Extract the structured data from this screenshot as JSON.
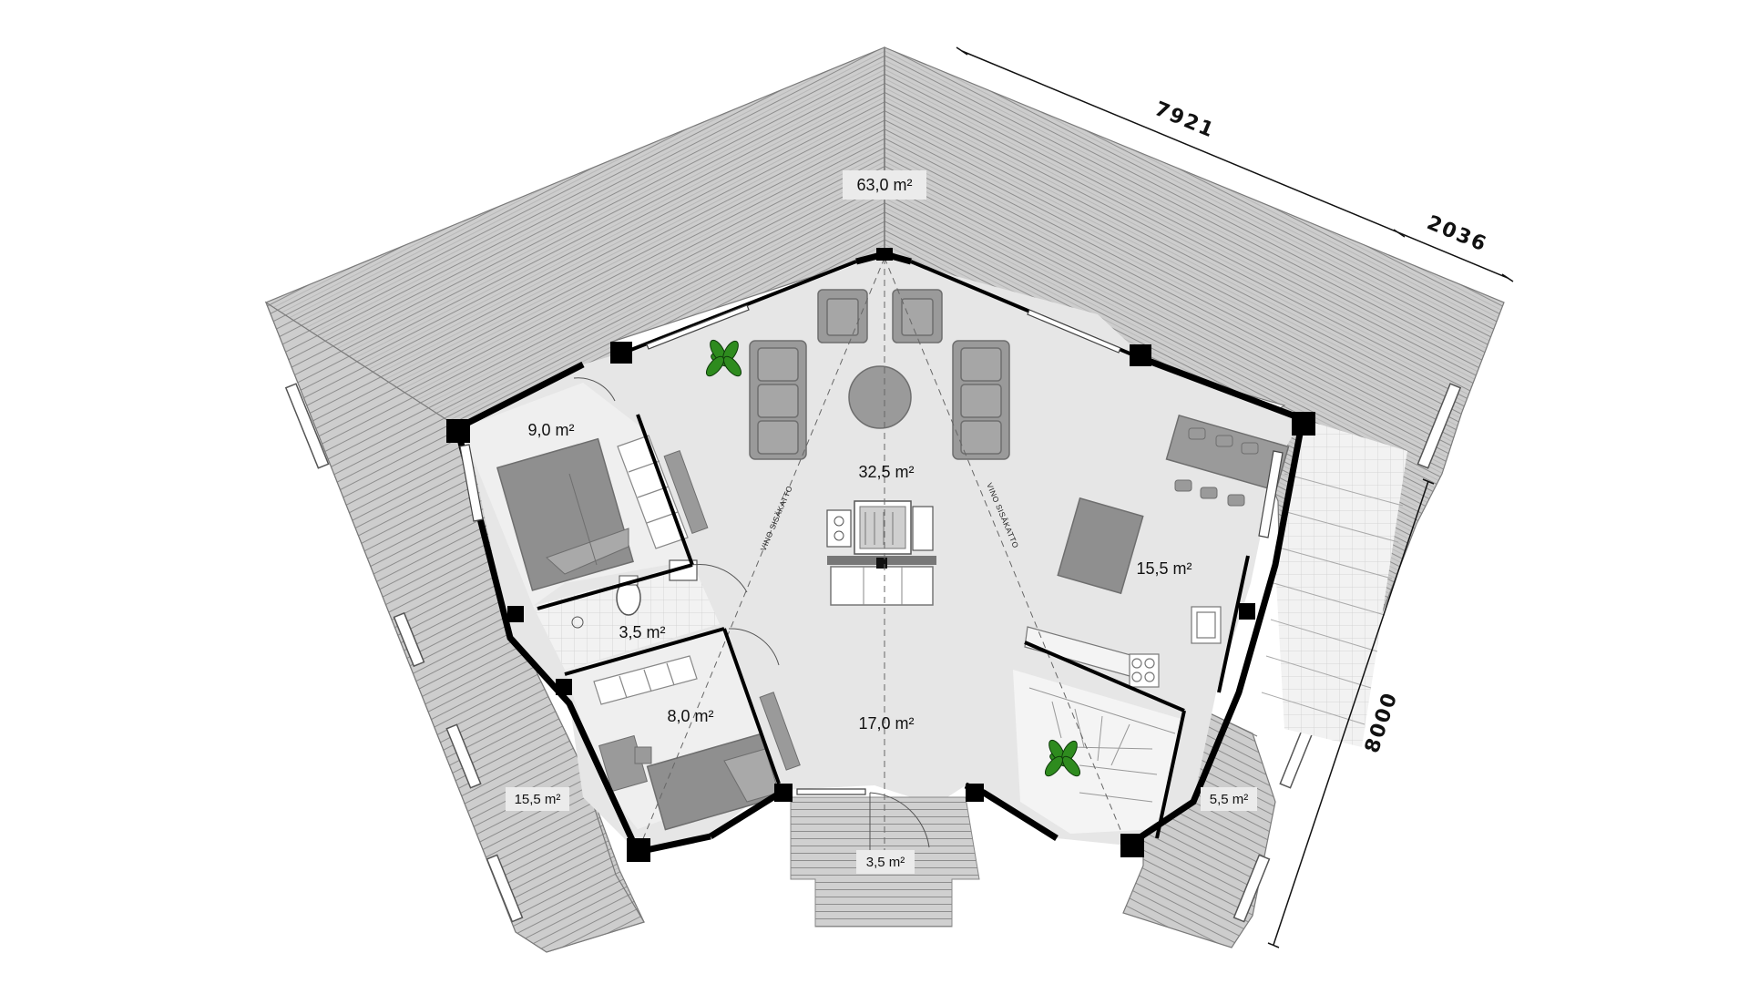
{
  "dimensions": {
    "top_long": "7921",
    "top_short": "2036",
    "right_side": "8000"
  },
  "areas": {
    "terrace_roof": "63,0 m²",
    "bedroom_1": "9,0 m²",
    "living_room": "32,5 m²",
    "kitchen_dining": "15,5 m²",
    "bathroom": "3,5 m²",
    "bedroom_2": "8,0 m²",
    "hall": "17,0 m²",
    "terrace_left": "15,5 m²",
    "terrace_right": "5,5 m²",
    "entrance_porch": "3,5 m²"
  },
  "ceiling_labels": {
    "left": "VINO SISÄKATTO",
    "right": "VINO SISÄKATTO"
  },
  "colors": {
    "roof": "#c9c9c9",
    "roof_lines": "#8a8a8a",
    "floor": "#e6e6e6",
    "wall": "#000000",
    "furniture": "#8f8f8f",
    "plant": "#2e8b1e"
  }
}
